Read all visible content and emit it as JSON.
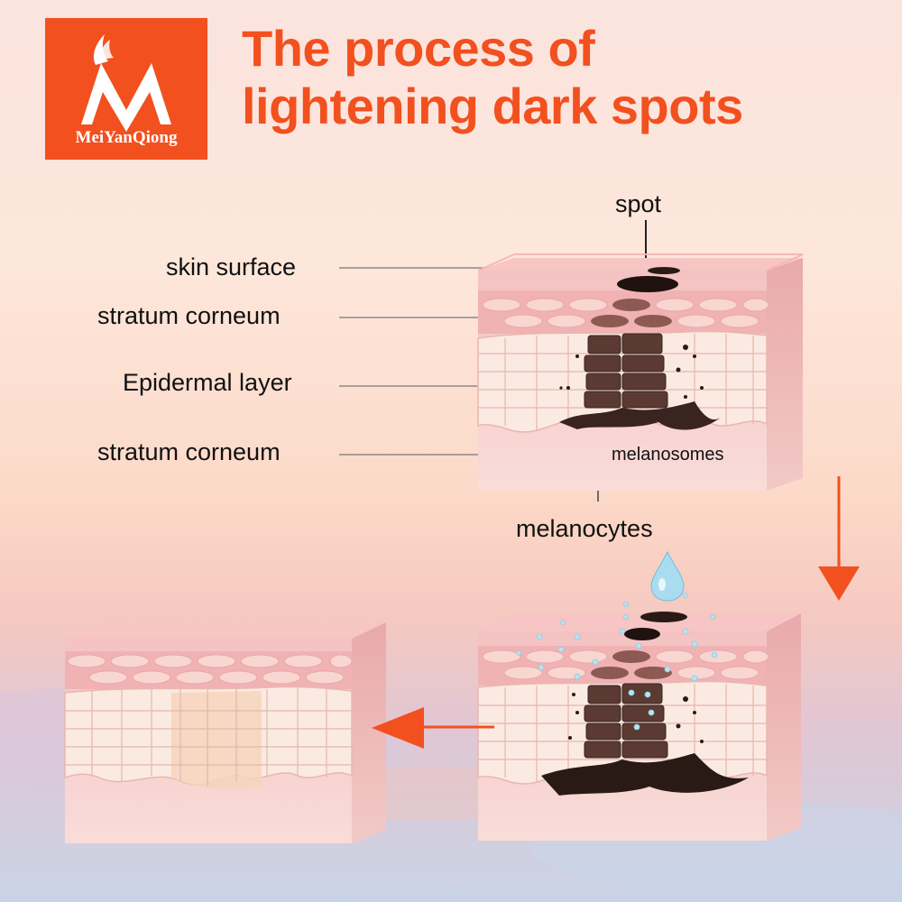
{
  "brand": {
    "logo_text": "MeiYanQiong",
    "accent_color": "#f2501f"
  },
  "title": {
    "line1": "The process of",
    "line2": "lightening dark spots"
  },
  "labels": {
    "spot": "spot",
    "skin_surface": "skin surface",
    "stratum_corneum_1": "stratum corneum",
    "epidermal_layer": "Epidermal layer",
    "stratum_corneum_2": "stratum corneum",
    "melanosomes": "melanosomes",
    "melanocytes": "melanocytes"
  },
  "icons": {
    "water_drop": "water-drop-icon",
    "arrow_down": "arrow-down-icon",
    "arrow_left": "arrow-left-icon"
  }
}
